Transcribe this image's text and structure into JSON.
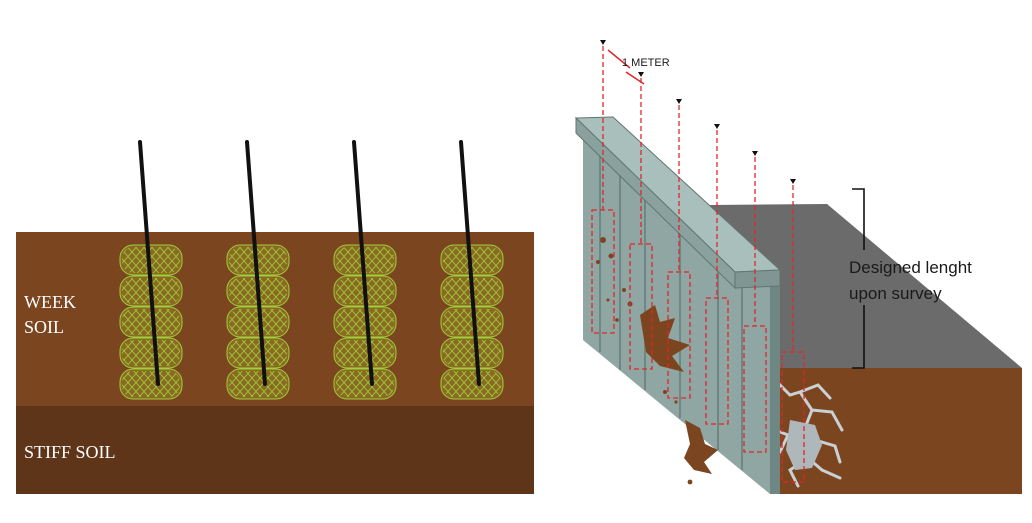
{
  "left_diagram": {
    "upper_layer_label_line1": "WEEK",
    "upper_layer_label_line2": "SOIL",
    "lower_layer_label": "STIFF SOIL",
    "pile_count": 4,
    "bags_per_pile": 5
  },
  "right_diagram": {
    "spacing_label": "1 METER",
    "length_label_line1": "Designed lenght",
    "length_label_line2": "upon survey"
  },
  "colors": {
    "weak_soil": "#7b4520",
    "stiff_soil": "#5e3519",
    "bag_fill": "#8a6a22",
    "bag_stroke": "#9fd03a",
    "rod": "#111111",
    "wall_face": "#8fa6a2",
    "wall_top": "#a9bfbb",
    "wall_dark": "#6f8783",
    "road_top": "#6b6b6b",
    "road_side": "#7b4520",
    "dashed_red": "#e0262b"
  }
}
